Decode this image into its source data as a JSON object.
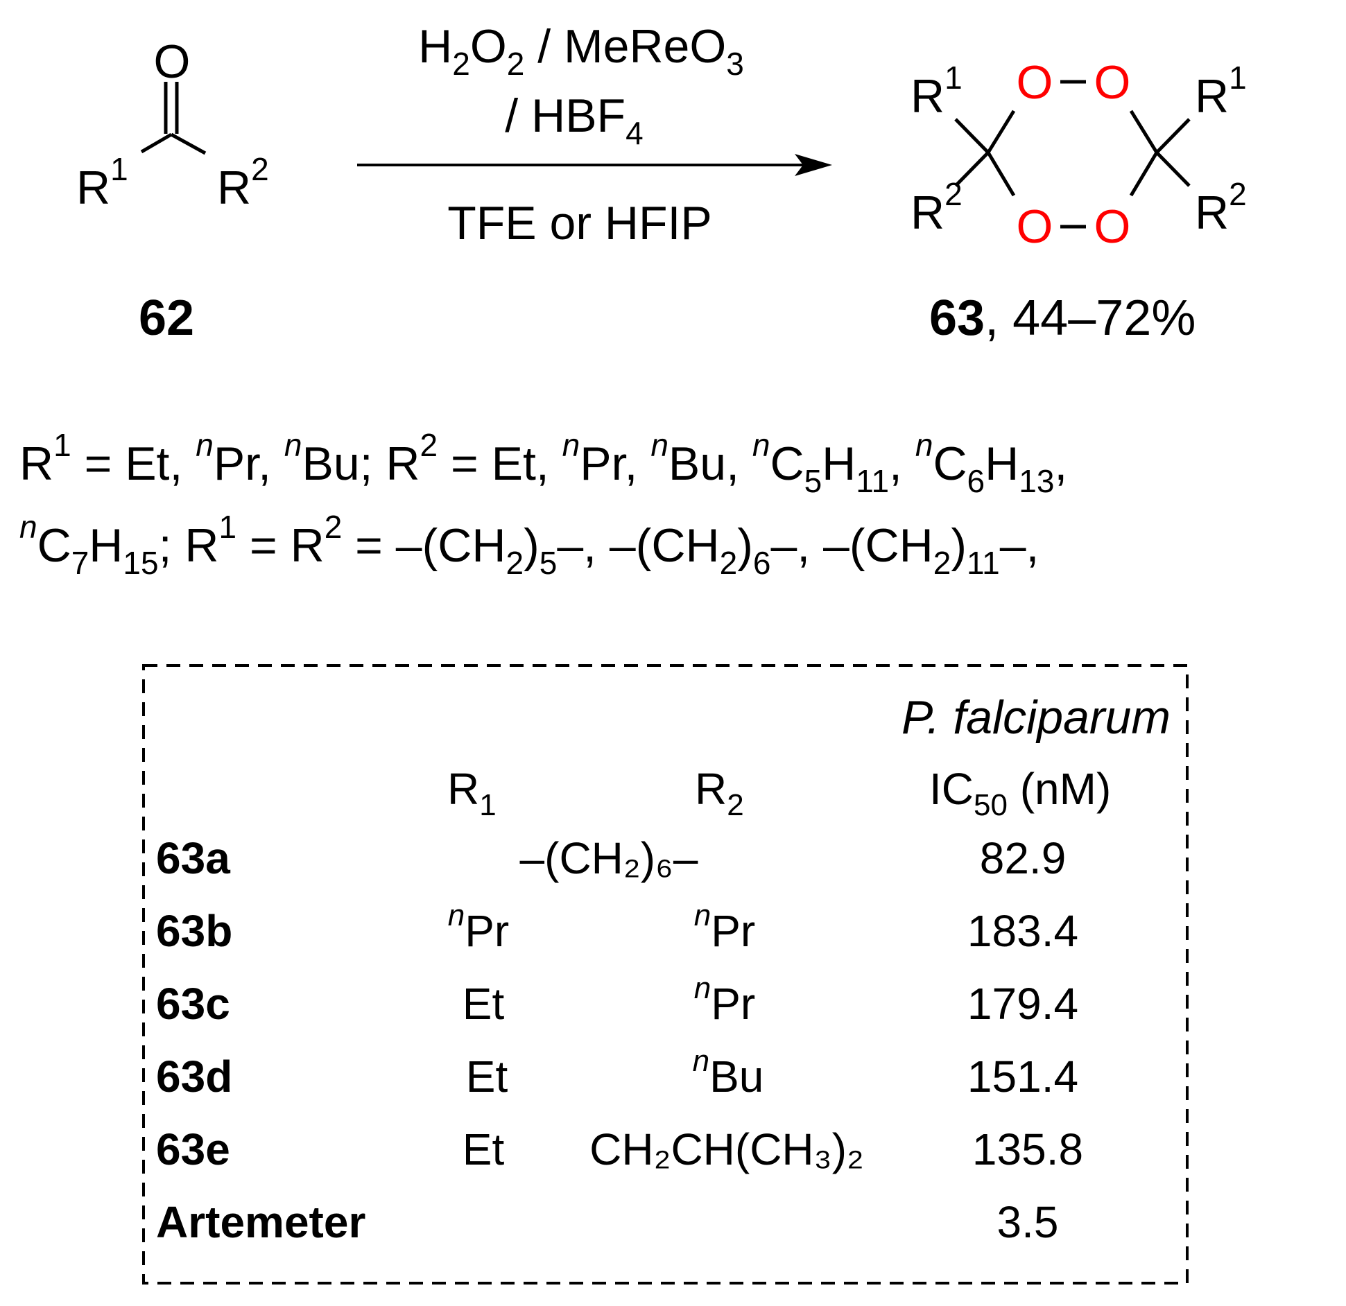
{
  "reactant": {
    "oxygen": "O",
    "r1": "R",
    "r1_sup": "1",
    "r2": "R",
    "r2_sup": "2",
    "label": "62"
  },
  "conditions": {
    "above_h2o2_a": "H",
    "above_h2o2_sub2": "2",
    "above_h2o2_b": "O",
    "above_h2o2_sub2b": "2",
    "above_mereo3_a": " / MeReO",
    "above_mereo3_sub": "3",
    "above_hbf4_a": "/ HBF",
    "above_hbf4_sub": "4",
    "below": "TFE or HFIP"
  },
  "product": {
    "o": "O",
    "r": "R",
    "sup1": "1",
    "sup2": "2",
    "label": "63",
    "yield": ", 44–72%"
  },
  "substituents": {
    "line1": [
      {
        "t": "R"
      },
      {
        "sup": "1"
      },
      {
        "t": " = Et, "
      },
      {
        "sup": "n",
        "i": true
      },
      {
        "t": "Pr, "
      },
      {
        "sup": "n",
        "i": true
      },
      {
        "t": "Bu; R"
      },
      {
        "sup": "2"
      },
      {
        "t": " = Et, "
      },
      {
        "sup": "n",
        "i": true
      },
      {
        "t": "Pr, "
      },
      {
        "sup": "n",
        "i": true
      },
      {
        "t": "Bu, "
      },
      {
        "sup": "n",
        "i": true
      },
      {
        "t": "C"
      },
      {
        "sub": "5"
      },
      {
        "t": "H"
      },
      {
        "sub": "11"
      },
      {
        "t": ", "
      },
      {
        "sup": "n",
        "i": true
      },
      {
        "t": "C"
      },
      {
        "sub": "6"
      },
      {
        "t": "H"
      },
      {
        "sub": "13"
      },
      {
        "t": ","
      }
    ],
    "line2": [
      {
        "sup": "n",
        "i": true
      },
      {
        "t": "C"
      },
      {
        "sub": "7"
      },
      {
        "t": "H"
      },
      {
        "sub": "15"
      },
      {
        "t": "; R"
      },
      {
        "sup": "1"
      },
      {
        "t": " = R"
      },
      {
        "sup": "2"
      },
      {
        "t": " = –(CH"
      },
      {
        "sub": "2"
      },
      {
        "t": ")"
      },
      {
        "sub": "5"
      },
      {
        "t": "–,  –(CH"
      },
      {
        "sub": "2"
      },
      {
        "t": ")"
      },
      {
        "sub": "6"
      },
      {
        "t": "–, –(CH"
      },
      {
        "sub": "2"
      },
      {
        "t": ")"
      },
      {
        "sub": "11"
      },
      {
        "t": "–,"
      }
    ]
  },
  "table": {
    "header_organism": "P.  falciparum",
    "header_r1": "R",
    "header_r1_sub": "1",
    "header_r2": "R",
    "header_r2_sub": "2",
    "header_ic50_a": "IC",
    "header_ic50_sub": "50",
    "header_ic50_b": " (nM)",
    "rows": [
      {
        "id": "63a",
        "r1": "",
        "r2": "",
        "span": "–(CH₂)₆–",
        "ic50": "82.9"
      },
      {
        "id": "63b",
        "r1_sup": "n",
        "r1": "Pr",
        "r2_sup": "n",
        "r2": "Pr",
        "ic50": "183.4"
      },
      {
        "id": "63c",
        "r1": "Et",
        "r2_sup": "n",
        "r2": "Pr",
        "ic50": "179.4"
      },
      {
        "id": "63d",
        "r1": "Et",
        "r2_sup": "n",
        "r2": "Bu",
        "ic50": "151.4"
      },
      {
        "id": "63e",
        "r1": "Et",
        "r2": "CH₂CH(CH₃)₂",
        "ic50": "135.8"
      },
      {
        "id": "Artemeter",
        "r1": "",
        "r2": "",
        "ic50": "3.5"
      }
    ]
  }
}
